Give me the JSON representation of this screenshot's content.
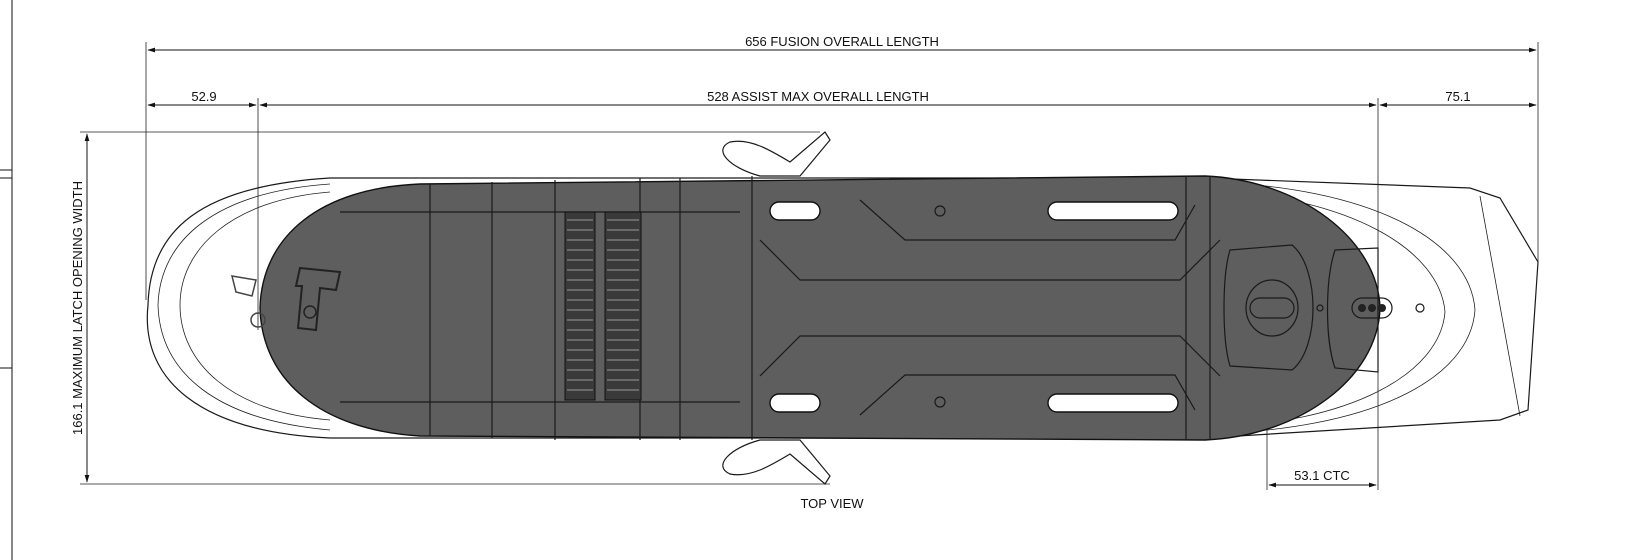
{
  "dimensions": {
    "overall_fusion": "656 FUSION OVERALL LENGTH",
    "left_offset": "52.9",
    "assist_max": "528 ASSIST MAX OVERALL LENGTH",
    "right_offset": "75.1",
    "latch_width": "166.1 MAXIMUM LATCH OPENING WIDTH",
    "ctc": "53.1 CTC"
  },
  "view_label": "TOP VIEW"
}
